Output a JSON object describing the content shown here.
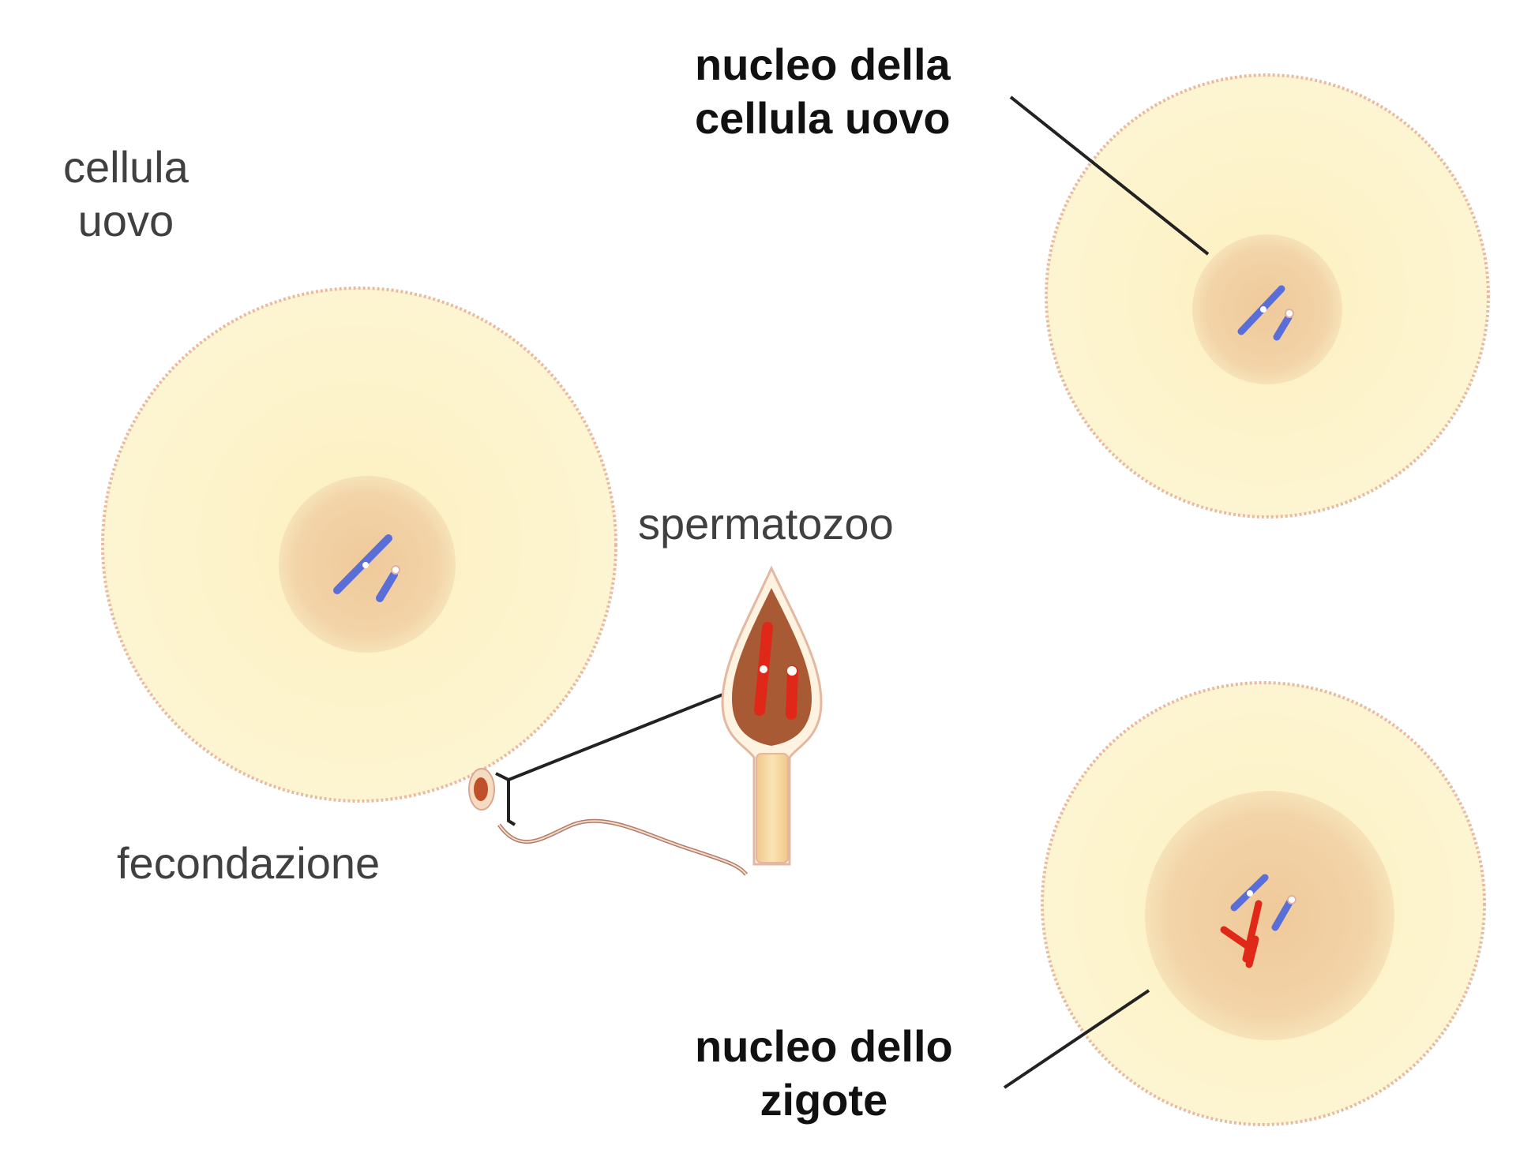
{
  "labels": {
    "egg_cell": [
      "cellula",
      "uovo"
    ],
    "sperm": "spermatozoo",
    "fertilization": "fecondazione",
    "egg_nucleus": [
      "nucleo della",
      "cellula uovo"
    ],
    "zygote_nucleus": [
      "nucleo dello",
      "zigote"
    ]
  },
  "colors": {
    "cytoplasm": "#fdf3c7",
    "membrane": "#e8b8a0",
    "nucleus": "#f2d7a8",
    "maternal_chromosome": "#5a6ed8",
    "paternal_chromosome": "#e02818",
    "sperm_head": "#a0522d",
    "sperm_tail": "#f5d7a0"
  }
}
